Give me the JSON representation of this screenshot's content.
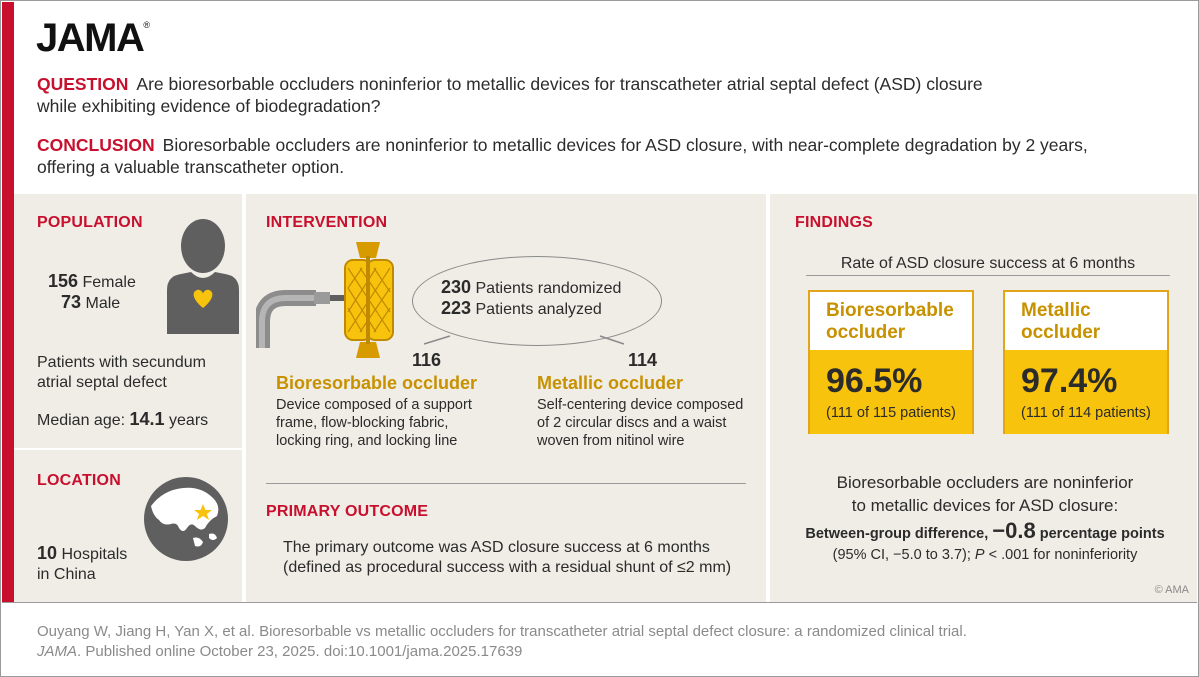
{
  "journal": "JAMA",
  "question": {
    "label": "QUESTION",
    "line1": "Are bioresorbable occluders noninferior to metallic devices for transcatheter atrial septal defect (ASD) closure",
    "line2": "while exhibiting evidence of biodegradation?"
  },
  "conclusion": {
    "label": "CONCLUSION",
    "line1": "Bioresorbable occluders are noninferior to metallic devices for ASD closure, with near-complete degradation by 2 years,",
    "line2": "offering a valuable transcatheter option."
  },
  "population": {
    "heading": "POPULATION",
    "female_n": "156",
    "female_label": "Female",
    "male_n": "73",
    "male_label": "Male",
    "desc1": "Patients with secundum",
    "desc2": "atrial septal defect",
    "age_label": "Median age:",
    "age_value": "14.1",
    "age_unit": "years"
  },
  "location": {
    "heading": "LOCATION",
    "n": "10",
    "label1": "Hospitals",
    "label2": "in China"
  },
  "intervention": {
    "heading": "INTERVENTION",
    "randomized_n": "230",
    "randomized_label": "Patients randomized",
    "analyzed_n": "223",
    "analyzed_label": "Patients analyzed",
    "arm1": {
      "n": "116",
      "name": "Bioresorbable occluder",
      "desc1": "Device composed of a support",
      "desc2": "frame, flow-blocking fabric,",
      "desc3": "locking ring, and locking line"
    },
    "arm2": {
      "n": "114",
      "name": "Metallic occluder",
      "desc1": "Self-centering device composed",
      "desc2": "of 2 circular discs and a waist",
      "desc3": "woven from nitinol wire"
    }
  },
  "primary_outcome": {
    "heading": "PRIMARY OUTCOME",
    "line1": "The primary outcome was ASD closure success at 6 months",
    "line2": "(defined as procedural success with a residual shunt of ≤2 mm)"
  },
  "findings": {
    "heading": "FINDINGS",
    "subtitle": "Rate of ASD closure success at 6 months",
    "box1": {
      "title1": "Bioresorbable",
      "title2": "occluder",
      "pct": "96.5%",
      "sub": "(111 of 115 patients)"
    },
    "box2": {
      "title1": "Metallic",
      "title2": "occluder",
      "pct": "97.4%",
      "sub": "(111 of 114 patients)"
    },
    "summary1": "Bioresorbable occluders are noninferior",
    "summary2": "to metallic devices for ASD closure:",
    "diff_label": "Between-group difference,",
    "diff_value": "−0.8",
    "diff_unit": "percentage points",
    "ci_text": "(95% CI, −5.0 to 3.7);",
    "p_letter": "P",
    "p_text": " < .001 for noninferiority",
    "copyright": "© AMA"
  },
  "citation": {
    "line1": "Ouyang W, Jiang H, Yan X, et al. Bioresorbable vs metallic occluders for transcatheter atrial septal defect closure: a randomized clinical trial.",
    "journal": "JAMA",
    "line2": ". Published online October 23, 2025.  doi:10.1001/jama.2025.17639"
  },
  "colors": {
    "accent_red": "#c8102e",
    "gold": "#f7c30c",
    "gold_text": "#c79100",
    "panel_bg": "#efede6"
  }
}
